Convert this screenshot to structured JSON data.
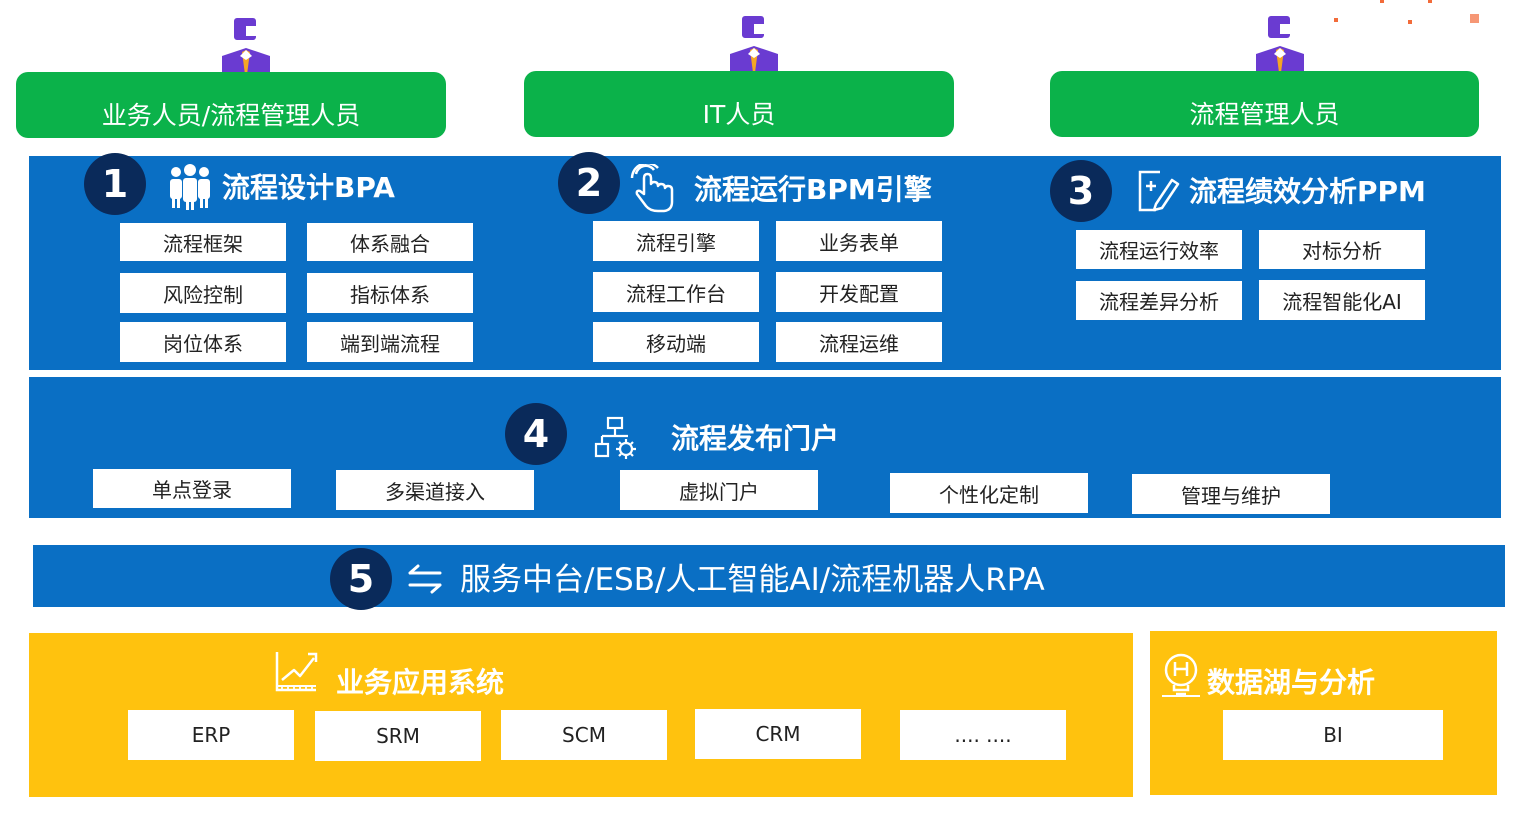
{
  "roles": [
    "业务人员/流程管理人员",
    "IT人员",
    "流程管理人员"
  ],
  "sec1": {
    "num": "1",
    "title": "流程设计BPA",
    "items": [
      "流程框架",
      "体系融合",
      "风险控制",
      "指标体系",
      "岗位体系",
      "端到端流程"
    ]
  },
  "sec2": {
    "num": "2",
    "title": "流程运行BPM引擎",
    "items": [
      "流程引擎",
      "业务表单",
      "流程工作台",
      "开发配置",
      "移动端",
      "流程运维"
    ]
  },
  "sec3": {
    "num": "3",
    "title": "流程绩效分析PPM",
    "items": [
      "流程运行效率",
      "对标分析",
      "流程差异分析",
      "流程智能化AI"
    ]
  },
  "sec4": {
    "num": "4",
    "title": "流程发布门户",
    "items": [
      "单点登录",
      "多渠道接入",
      "虚拟门户",
      "个性化定制",
      "管理与维护"
    ]
  },
  "sec5": {
    "num": "5",
    "title": "服务中台/ESB/人工智能AI/流程机器人RPA"
  },
  "apps": {
    "title": "业务应用系统",
    "items": [
      "ERP",
      "SRM",
      "SCM",
      "CRM",
      ".... ...."
    ]
  },
  "data_lake": {
    "title": "数据湖与分析",
    "items": [
      "BI"
    ]
  },
  "colors": {
    "green": "#0bb24a",
    "blue": "#0a6fc4",
    "navy": "#0a2a5a",
    "yellow": "#ffc20e"
  }
}
